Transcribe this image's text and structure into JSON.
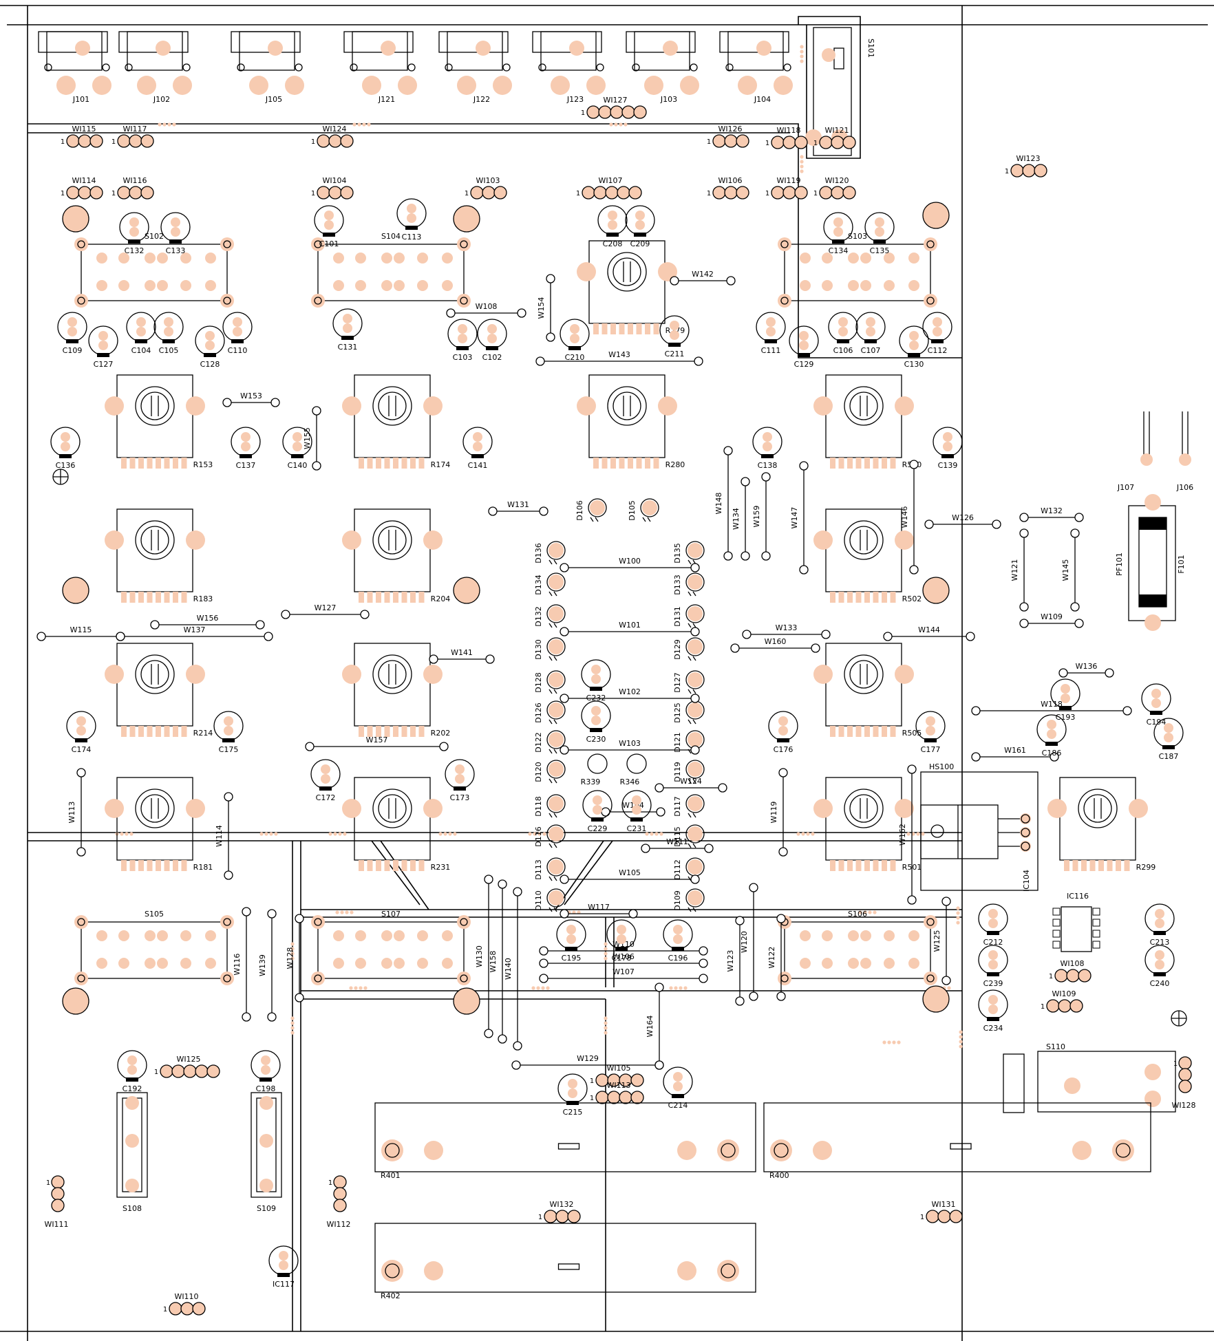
{
  "colors": {
    "pad": "#f7cbb1",
    "line": "#000000",
    "background": "#ffffff"
  },
  "icons": {
    "trimmer_symbol": "circle-with-bar",
    "mount_hole": "crosshair-circle",
    "diode_mark": "led-arrows"
  },
  "connectors": [
    "J101",
    "J102",
    "J105",
    "J121",
    "J122",
    "J123",
    "J103",
    "J104"
  ],
  "switches": [
    "S101",
    "S102",
    "S103",
    "S104",
    "S105",
    "S106",
    "S107",
    "S108",
    "S109",
    "S110"
  ],
  "potentiometers": [
    "R153",
    "R174",
    "R280",
    "R500",
    "R183",
    "R204",
    "R502",
    "R214",
    "R202",
    "R505",
    "R181",
    "R231",
    "R501",
    "R299",
    "R279"
  ],
  "resistors": [
    "R339",
    "R346",
    "R400",
    "R401",
    "R402"
  ],
  "diodes": [
    "D105",
    "D106",
    "D109",
    "D110",
    "D112",
    "D113",
    "D115",
    "D116",
    "D117",
    "D118",
    "D119",
    "D120",
    "D121",
    "D122",
    "D125",
    "D126",
    "D127",
    "D128",
    "D129",
    "D130",
    "D131",
    "D132",
    "D133",
    "D134",
    "D135",
    "D136"
  ],
  "ics": [
    "IC104",
    "IC116",
    "IC117"
  ],
  "misc": [
    "HS100",
    "PF101",
    "F101",
    "J106",
    "J107"
  ],
  "capacitors": [
    "C101",
    "C102",
    "C103",
    "C104",
    "C105",
    "C106",
    "C107",
    "C109",
    "C110",
    "C111",
    "C112",
    "C113",
    "C127",
    "C128",
    "C129",
    "C130",
    "C131",
    "C132",
    "C133",
    "C134",
    "C135",
    "C136",
    "C137",
    "C138",
    "C139",
    "C140",
    "C141",
    "C172",
    "C173",
    "C174",
    "C175",
    "C176",
    "C177",
    "C178",
    "C186",
    "C187",
    "C192",
    "C193",
    "C194",
    "C195",
    "C196",
    "C198",
    "C208",
    "C209",
    "C210",
    "C211",
    "C212",
    "C213",
    "C214",
    "C215",
    "C229",
    "C230",
    "C231",
    "C232",
    "C234",
    "C239",
    "C240"
  ],
  "headers": [
    "WI103",
    "WI104",
    "WI105",
    "WI106",
    "WI107",
    "WI108",
    "WI109",
    "WI110",
    "WI111",
    "WI112",
    "WI113",
    "WI114",
    "WI115",
    "WI116",
    "WI117",
    "WI118",
    "WI119",
    "WI120",
    "WI121",
    "WI123",
    "WI124",
    "WI125",
    "WI126",
    "WI127",
    "WI128",
    "WI131",
    "WI132"
  ],
  "wire_links": [
    "W100",
    "W101",
    "W102",
    "W103",
    "W104",
    "W105",
    "W106",
    "W107",
    "W108",
    "W109",
    "W110",
    "W111",
    "W113",
    "W114",
    "W115",
    "W116",
    "W117",
    "W118",
    "W119",
    "W120",
    "W121",
    "W122",
    "W123",
    "W124",
    "W125",
    "W126",
    "W127",
    "W128",
    "W129",
    "W130",
    "W131",
    "W132",
    "W133",
    "W134",
    "W136",
    "W137",
    "W139",
    "W140",
    "W141",
    "W142",
    "W143",
    "W144",
    "W145",
    "W146",
    "W147",
    "W148",
    "W153",
    "W154",
    "W155",
    "W156",
    "W157",
    "W158",
    "W159",
    "W160",
    "W161",
    "W162",
    "W164"
  ],
  "pin1_marker": "1"
}
